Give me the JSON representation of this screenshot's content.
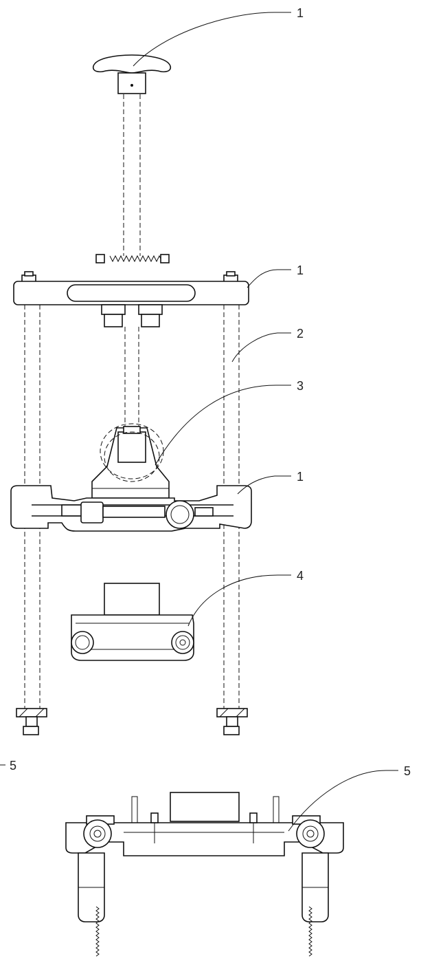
{
  "callouts": {
    "knob_top": "1",
    "top_plate": "1",
    "guide_rods": "2",
    "cylinder": "3",
    "middle_plate": "1",
    "bottom_block": "4",
    "bottom_left": "5",
    "bottom_right": "5"
  }
}
